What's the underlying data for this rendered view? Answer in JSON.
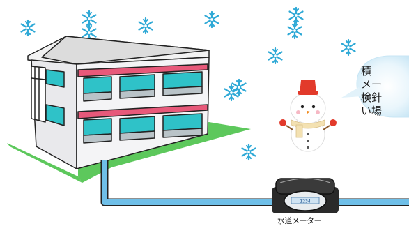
{
  "scene": {
    "bubble_text": "積\nメー\n検針\nい場",
    "meter_label": "水道メーター",
    "meter_digits": "1234"
  },
  "icons": [
    "snowflake-icon",
    "building-icon",
    "snowman-icon",
    "water-meter-icon",
    "water-pipe-icon",
    "speech-bubble-icon"
  ],
  "colors": {
    "snowflake": "#2fa9d6",
    "pipe": "#6fbfe8",
    "lawn": "#5dc85c",
    "awning": "#e7597a",
    "window": "#2fc2c8",
    "bubble": "#d8eef8"
  }
}
